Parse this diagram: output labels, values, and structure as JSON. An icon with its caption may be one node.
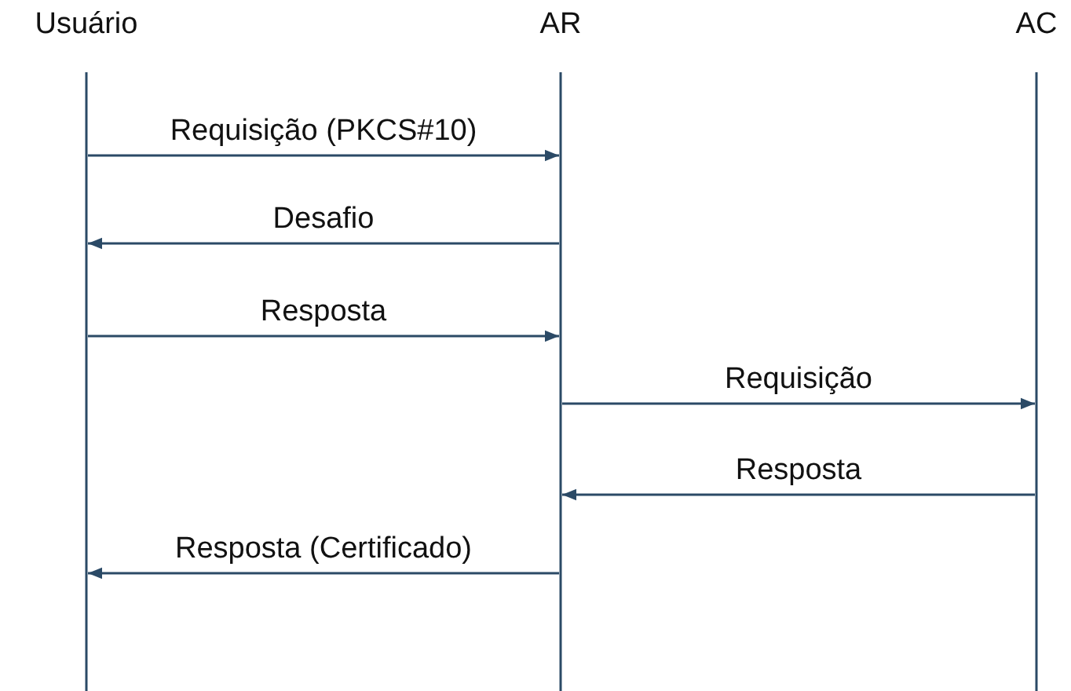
{
  "diagram": {
    "nodes": [
      {
        "text": [
          "Usuário"
        ]
      },
      {
        "text": [
          "AR"
        ]
      },
      {
        "text": [
          "AC"
        ]
      }
    ],
    "edges": [
      {
        "from": 0,
        "to": 1,
        "arrow": "to",
        "label": "Requisição (PKCS#10)"
      },
      {
        "from": 1,
        "to": 0,
        "arrow": "to",
        "label": "Desafio"
      },
      {
        "from": 0,
        "to": 1,
        "arrow": "to",
        "label": "Resposta"
      },
      {
        "from": 1,
        "to": 2,
        "arrow": "to",
        "label": "Requisição"
      },
      {
        "from": 2,
        "to": 1,
        "arrow": "to",
        "label": "Resposta"
      },
      {
        "from": 1,
        "to": 0,
        "arrow": "to",
        "label": "Resposta (Certificado)"
      }
    ]
  }
}
